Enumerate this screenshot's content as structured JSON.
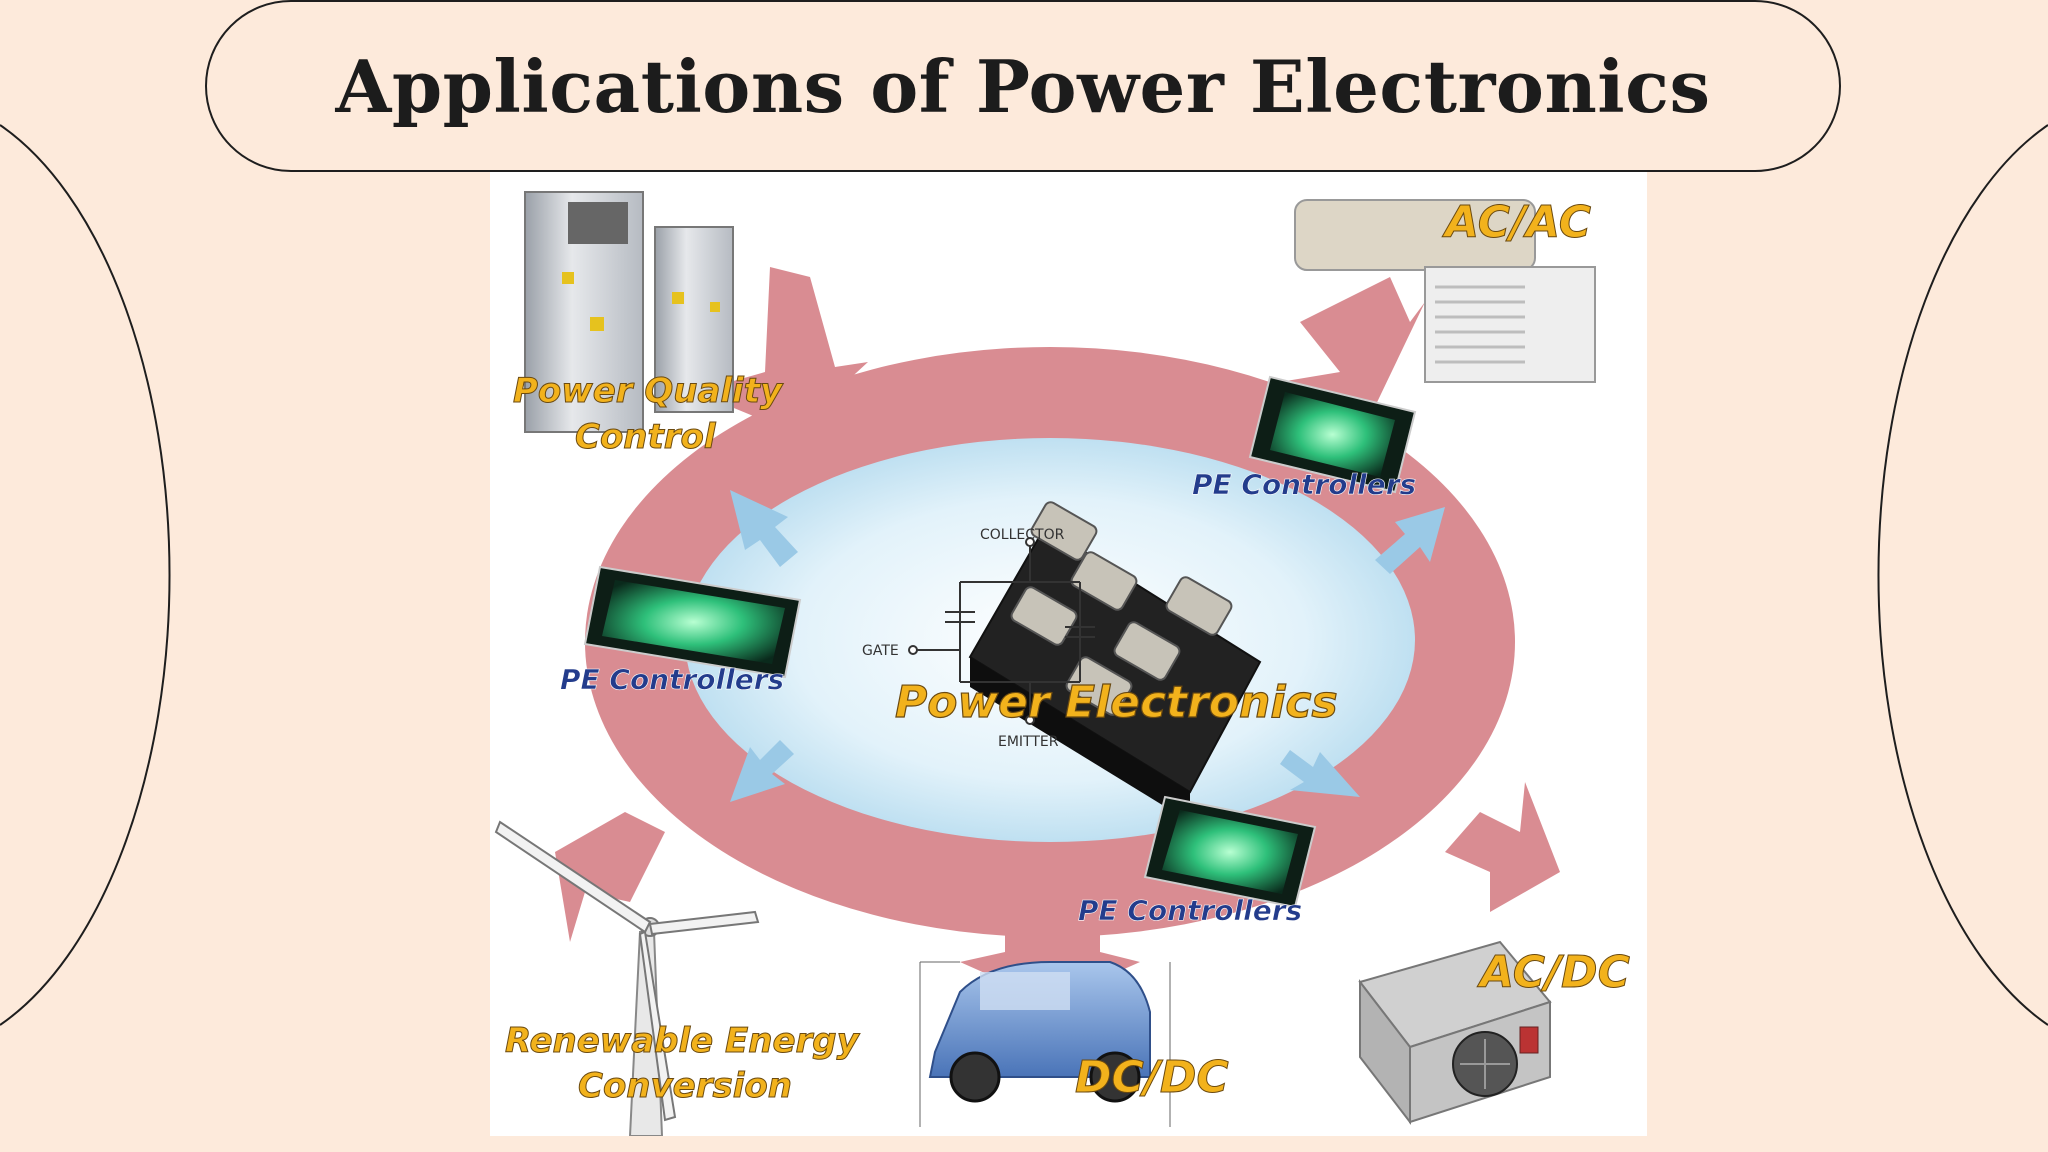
{
  "title": "Applications of Power Electronics",
  "diagram": {
    "center_label": "Power Electronics",
    "terminals": {
      "collector": "COLLECTOR",
      "gate": "GATE",
      "emitter": "EMITTER"
    },
    "controllers": [
      "PE Controllers",
      "PE Controllers",
      "PE Controllers"
    ],
    "applications": {
      "power_quality_line1": "Power Quality",
      "power_quality_line2": "Control",
      "ac_ac": "AC/AC",
      "ac_dc": "AC/DC",
      "dc_dc": "DC/DC",
      "renewable_line1": "Renewable Energy",
      "renewable_line2": "Conversion"
    }
  },
  "colors": {
    "background": "#fdeadb",
    "ring": "#d98c92",
    "inner_ellipse": "#cfe8f5",
    "label_fill": "#f2b21c",
    "controller_label": "#233c8c"
  }
}
